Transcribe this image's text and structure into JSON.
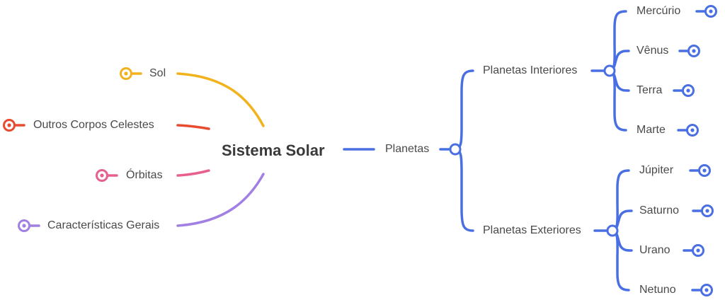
{
  "colors": {
    "planets": "#4a6fe3",
    "sol": "#f2b21b",
    "outros": "#e84b30",
    "orbitas": "#e8608f",
    "caracteristicas": "#a27fe3",
    "text": "#4a4a4a"
  },
  "central": {
    "label": "Sistema Solar"
  },
  "left_branches": [
    {
      "label": "Sol",
      "color_key": "sol"
    },
    {
      "label": "Outros Corpos Celestes",
      "color_key": "outros"
    },
    {
      "label": "Órbitas",
      "color_key": "orbitas"
    },
    {
      "label": "Características Gerais",
      "color_key": "caracteristicas"
    }
  ],
  "right_branch": {
    "label": "Planetas",
    "groups": [
      {
        "label": "Planetas Interiores",
        "children": [
          "Mercúrio",
          "Vênus",
          "Terra",
          "Marte"
        ]
      },
      {
        "label": "Planetas Exteriores",
        "children": [
          "Júpiter",
          "Saturno",
          "Urano",
          "Netuno"
        ]
      }
    ]
  }
}
